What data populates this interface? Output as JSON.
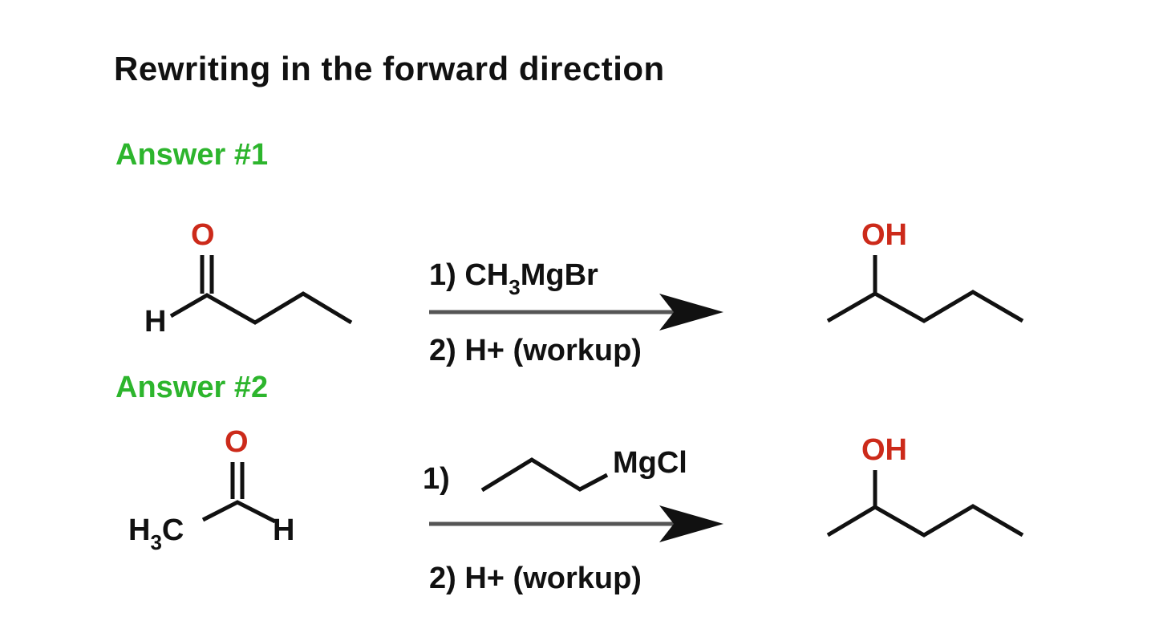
{
  "title": "Rewriting in the forward direction",
  "colors": {
    "heading": "#111111",
    "answer_label": "#2db52d",
    "heteroatom": "#cc2a1a",
    "bond": "#111111"
  },
  "answers": [
    {
      "label": "Answer #1",
      "reactant": {
        "name": "butanal",
        "atoms": {
          "o": "O",
          "h": "H"
        }
      },
      "conditions": {
        "step1_prefix": "1) CH",
        "step1_sub": "3",
        "step1_suffix": "MgBr",
        "step2": "2) H+ (workup)"
      },
      "product": {
        "name": "2-pentanol",
        "atoms": {
          "oh": "OH"
        }
      }
    },
    {
      "label": "Answer #2",
      "reactant": {
        "name": "acetaldehyde",
        "atoms": {
          "o": "O",
          "h3c_h": "H",
          "h3c_sub": "3",
          "h3c_c": "C",
          "h": "H"
        }
      },
      "conditions": {
        "step1_prefix": "1)",
        "step1_reagent": "MgCl",
        "step2": "2) H+ (workup)"
      },
      "product": {
        "name": "2-pentanol",
        "atoms": {
          "oh": "OH"
        }
      }
    }
  ]
}
